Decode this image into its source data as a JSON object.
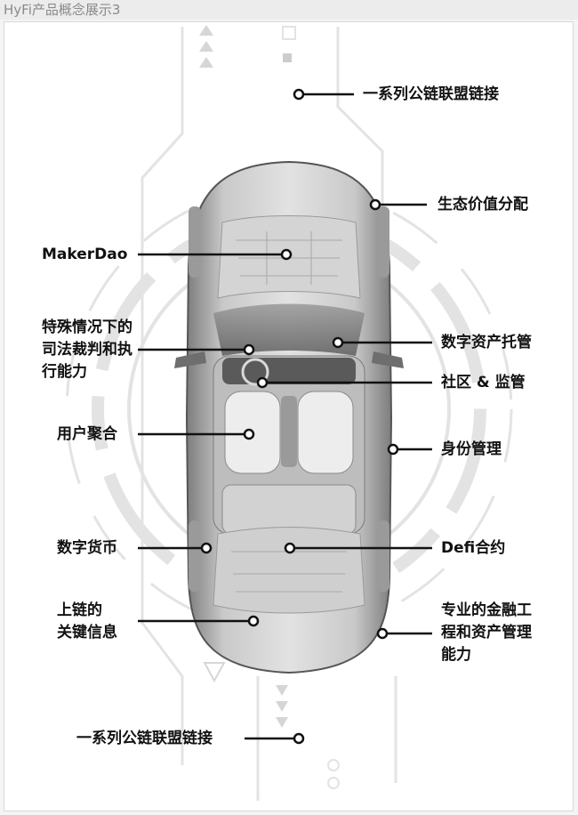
{
  "header": {
    "title": "HyFi产品概念展示3"
  },
  "labels": {
    "top_alliance": "一系列公链联盟链接",
    "value_distribution": "生态价值分配",
    "makerdao": "MakerDao",
    "judicial": "特殊情况下的\n司法裁判和执\n行能力",
    "custody": "数字资产托管",
    "community": "社区 & 监管",
    "user_aggregation": "用户聚合",
    "identity": "身份管理",
    "digital_currency": "数字货币",
    "defi": "Defi合约",
    "onchain": "上链的\n关键信息",
    "finance": "专业的金融工\n程和资产管理\n能力",
    "bottom_alliance": "一系列公链联盟链接"
  },
  "colors": {
    "line": "#111111",
    "car_body": "#b9b9b9",
    "seat": "#ededed",
    "decor": "#dcdcdc"
  }
}
